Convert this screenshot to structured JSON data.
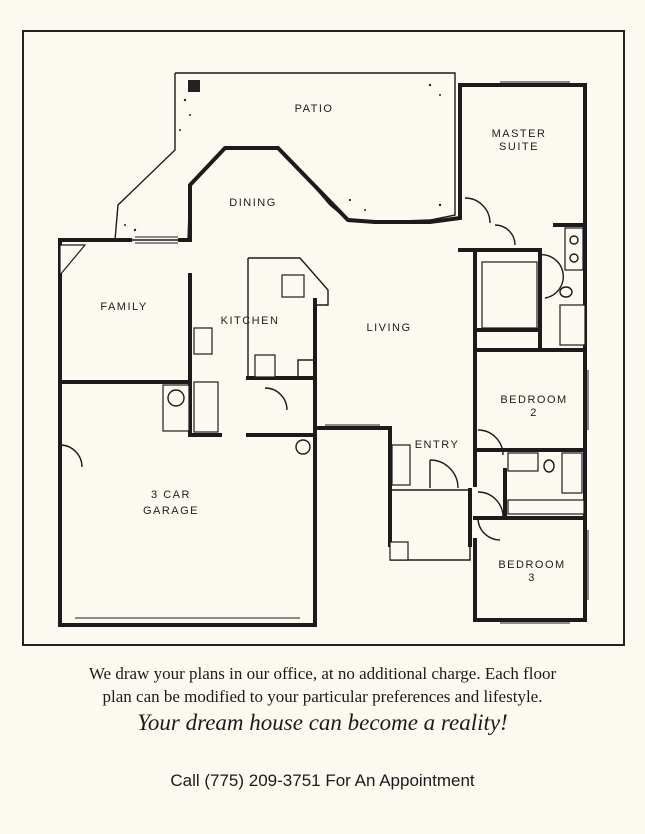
{
  "rooms": {
    "patio": "PATIO",
    "master_line1": "MASTER",
    "master_line2": "SUITE",
    "dining": "DINING",
    "family": "FAMILY",
    "kitchen": "KITCHEN",
    "living": "LIVING",
    "bedroom2_line1": "BEDROOM",
    "bedroom2_line2": "2",
    "entry": "ENTRY",
    "garage_line1": "3 CAR",
    "garage_line2": "GARAGE",
    "bedroom3_line1": "BEDROOM",
    "bedroom3_line2": "3"
  },
  "caption": {
    "line1": "We draw your plans in our office, at no additional charge.  Each floor",
    "line2": "plan can be modified to your particular preferences and lifestyle."
  },
  "tagline": "Your dream house can become a reality!",
  "cta": "Call (775) 209-3751 For An Appointment"
}
